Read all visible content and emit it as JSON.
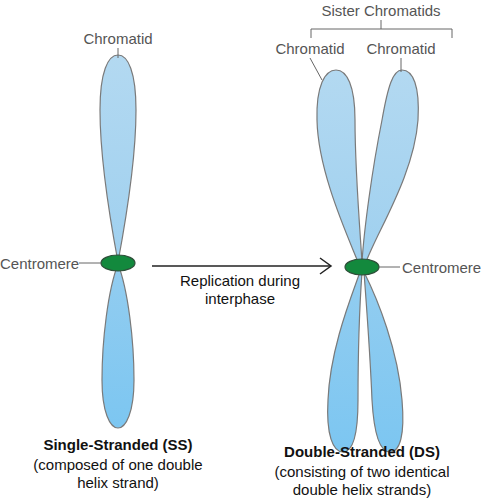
{
  "diagram": {
    "labels": [
      "Sister Chromatids",
      "Chromatid",
      "Chromatid",
      "Chromatid",
      "Centromere",
      "Replication during interphase",
      "Centromere",
      "Single-Stranded (SS)",
      "(composed of one double helix strand)",
      "Double-Stranded (DS)",
      "(consisting of two identical double helix strands)"
    ]
  }
}
